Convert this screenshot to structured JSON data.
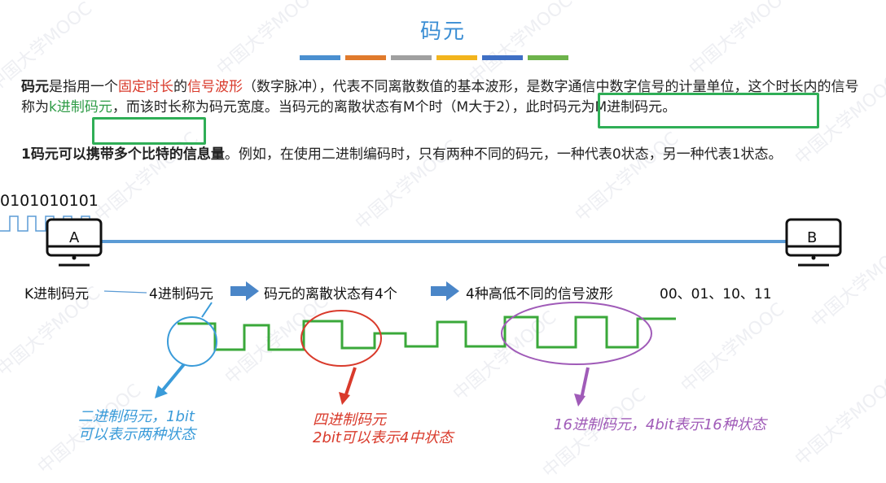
{
  "title": "码元",
  "title_bar_colors": [
    "#4a8fd0",
    "#e07a2c",
    "#a0a0a0",
    "#f2b41c",
    "#3f6fc4",
    "#6db34b"
  ],
  "watermark": "中国大学MOOC",
  "para1": {
    "t1": "码元",
    "t2": "是指用一个",
    "t3": "固定时长",
    "t4": "的",
    "t5": "信号波形",
    "t6": "（数字脉冲），代表不同离散数值的基本波形，是数字通信中数字信号的计量单位，这个时长内的信号称为",
    "t7": "k进制码元",
    "t8": "，而该时长称为码元宽度。当码元的",
    "t9": "离散状态有M个时（M大于2）",
    "t10": "，此时码元为",
    "t11": "M进制码元",
    "t12": "。"
  },
  "para2": {
    "t1": "1码元可以携带多个比特的信息量",
    "t2": "。例如，在使用二进制编码时，只有两种不同的码元，一种代表0状态，另一种代表1状态。"
  },
  "bits": "0101010101",
  "host_a": "A",
  "host_b": "B",
  "flow": {
    "k": "K进制码元",
    "four": "4进制码元",
    "states": "码元的离散状态有4个",
    "waves": "4种高低不同的信号波形",
    "codes": "00、01、10、11"
  },
  "annotations": {
    "binary_l1": "二进制码元，1bit",
    "binary_l2": "可以表示两种状态",
    "quad_l1": "四进制码元",
    "quad_l2": "2bit可以表示4中状态",
    "hex": "16进制码元，4bit表示16种状态"
  },
  "colors": {
    "blue": "#3a9bd9",
    "red": "#d93a2b",
    "purple": "#a05bb8",
    "green_wave": "#3aa83a",
    "link": "#5b9bd5"
  }
}
